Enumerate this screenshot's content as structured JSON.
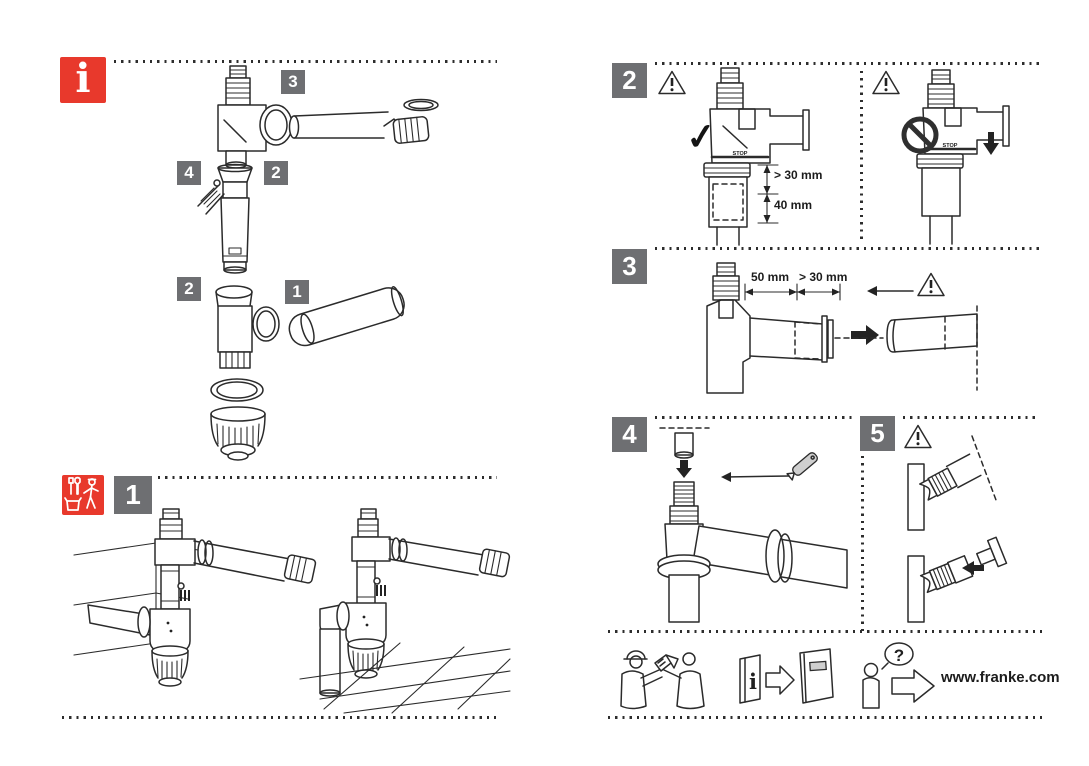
{
  "colors": {
    "accent_red": "#e8392c",
    "badge_gray": "#6e6f72",
    "line_dark": "#2b2b2b"
  },
  "info_panel": {
    "icon_glyph": "i",
    "part_badges": [
      {
        "label": "3"
      },
      {
        "label": "4"
      },
      {
        "label": "2"
      },
      {
        "label": "2"
      },
      {
        "label": "1"
      }
    ]
  },
  "steps": {
    "step1": {
      "badge": "1"
    },
    "step2": {
      "badge": "2",
      "stop_label": "STOP",
      "dim_upper": "> 30 mm",
      "dim_lower": "40 mm",
      "check_glyph": "✓"
    },
    "step3": {
      "badge": "3",
      "dim_left": "50 mm",
      "dim_right": "> 30 mm"
    },
    "step4": {
      "badge": "4"
    },
    "step5": {
      "badge": "5"
    }
  },
  "footer": {
    "leaflet_glyph": "i",
    "question_glyph": "?",
    "website": "www.franke.com"
  }
}
